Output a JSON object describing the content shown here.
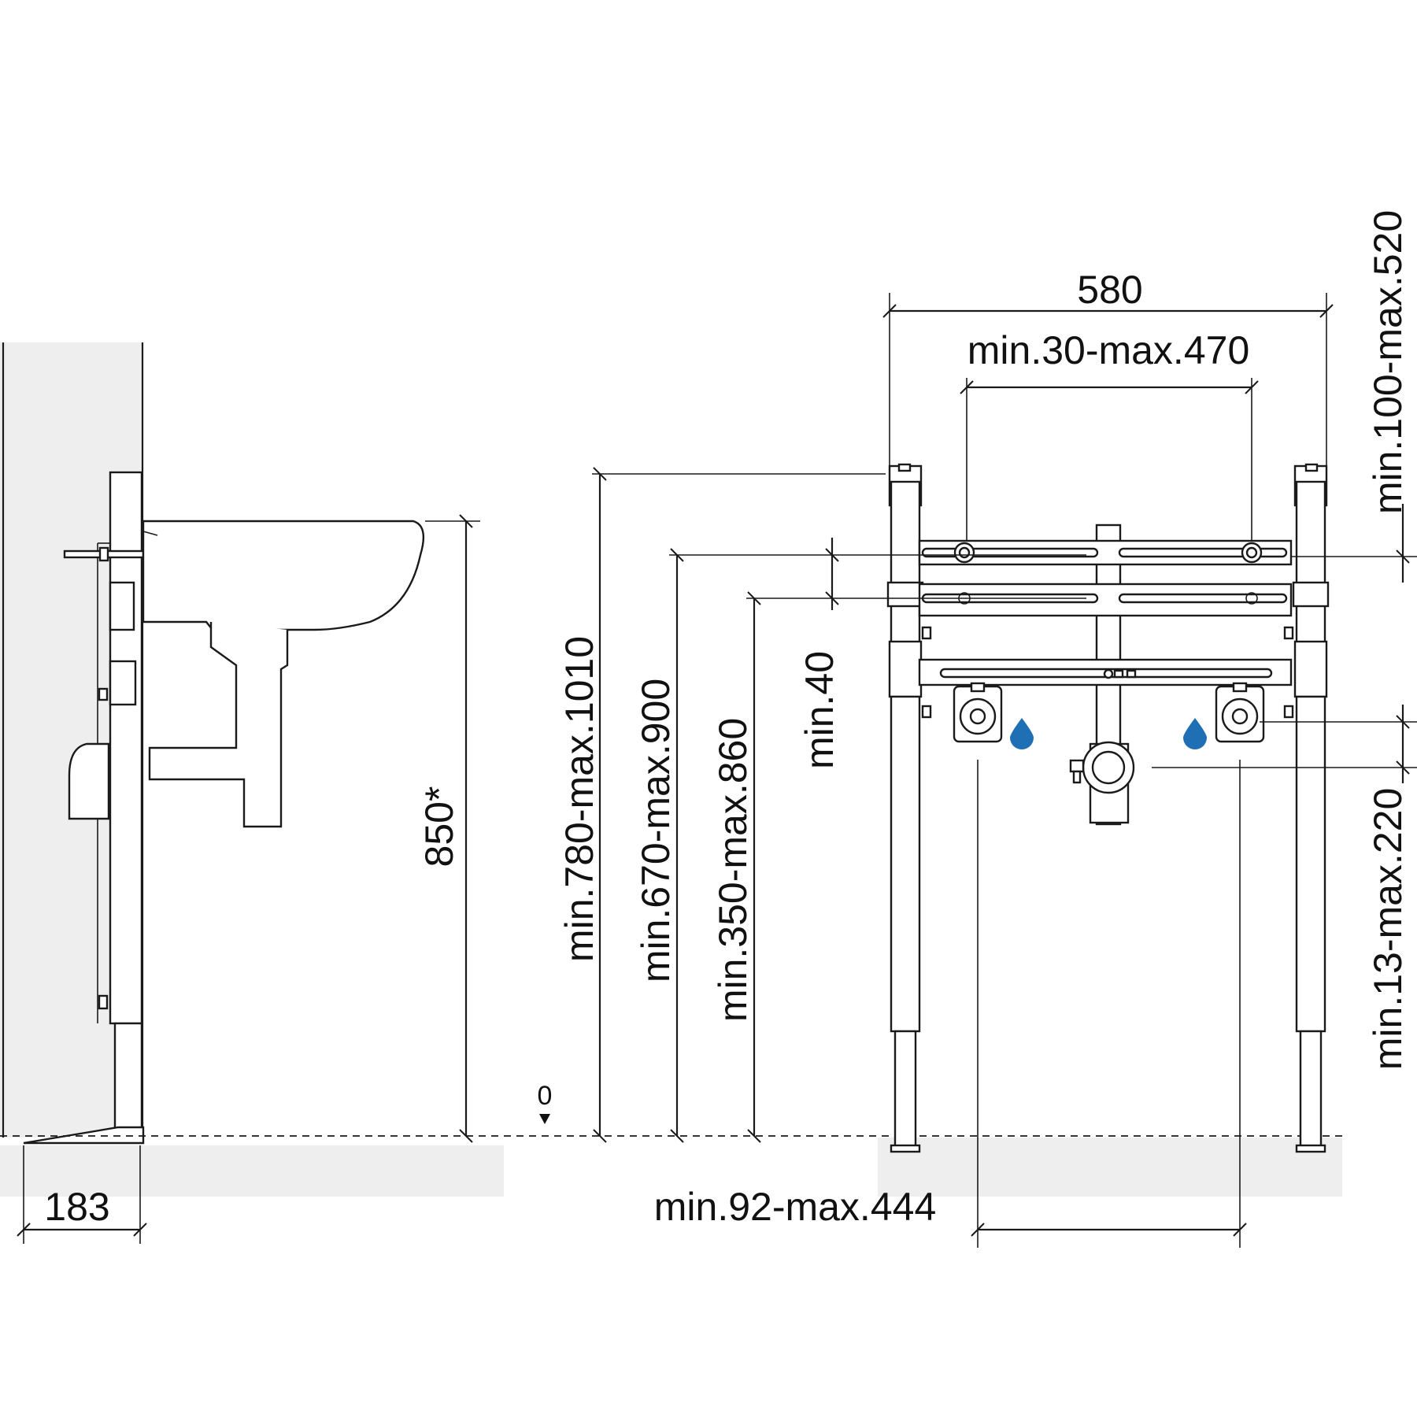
{
  "colors": {
    "line": "#1a1a1a",
    "wall_fill": "#eeeeee",
    "floor_fill": "#eeeeee",
    "water_drop": "#1f6fb5"
  },
  "icons": [
    "water-drop-icon",
    "floor-level-arrow-icon"
  ],
  "dimensions": {
    "wall_depth": "183",
    "basin_height": "850*",
    "floor_zero": "0",
    "frame_width": "580",
    "bolt_spacing": "min.30-max.470",
    "top_height": "min.780-max.1010",
    "rail_height": "min.670-max.900",
    "lower_rail_height": "min.350-max.860",
    "rail_gap": "min.40",
    "upper_right": "min.100-max.520",
    "lower_right": "min.13-max.220",
    "valve_spacing": "min.92-max.444"
  }
}
